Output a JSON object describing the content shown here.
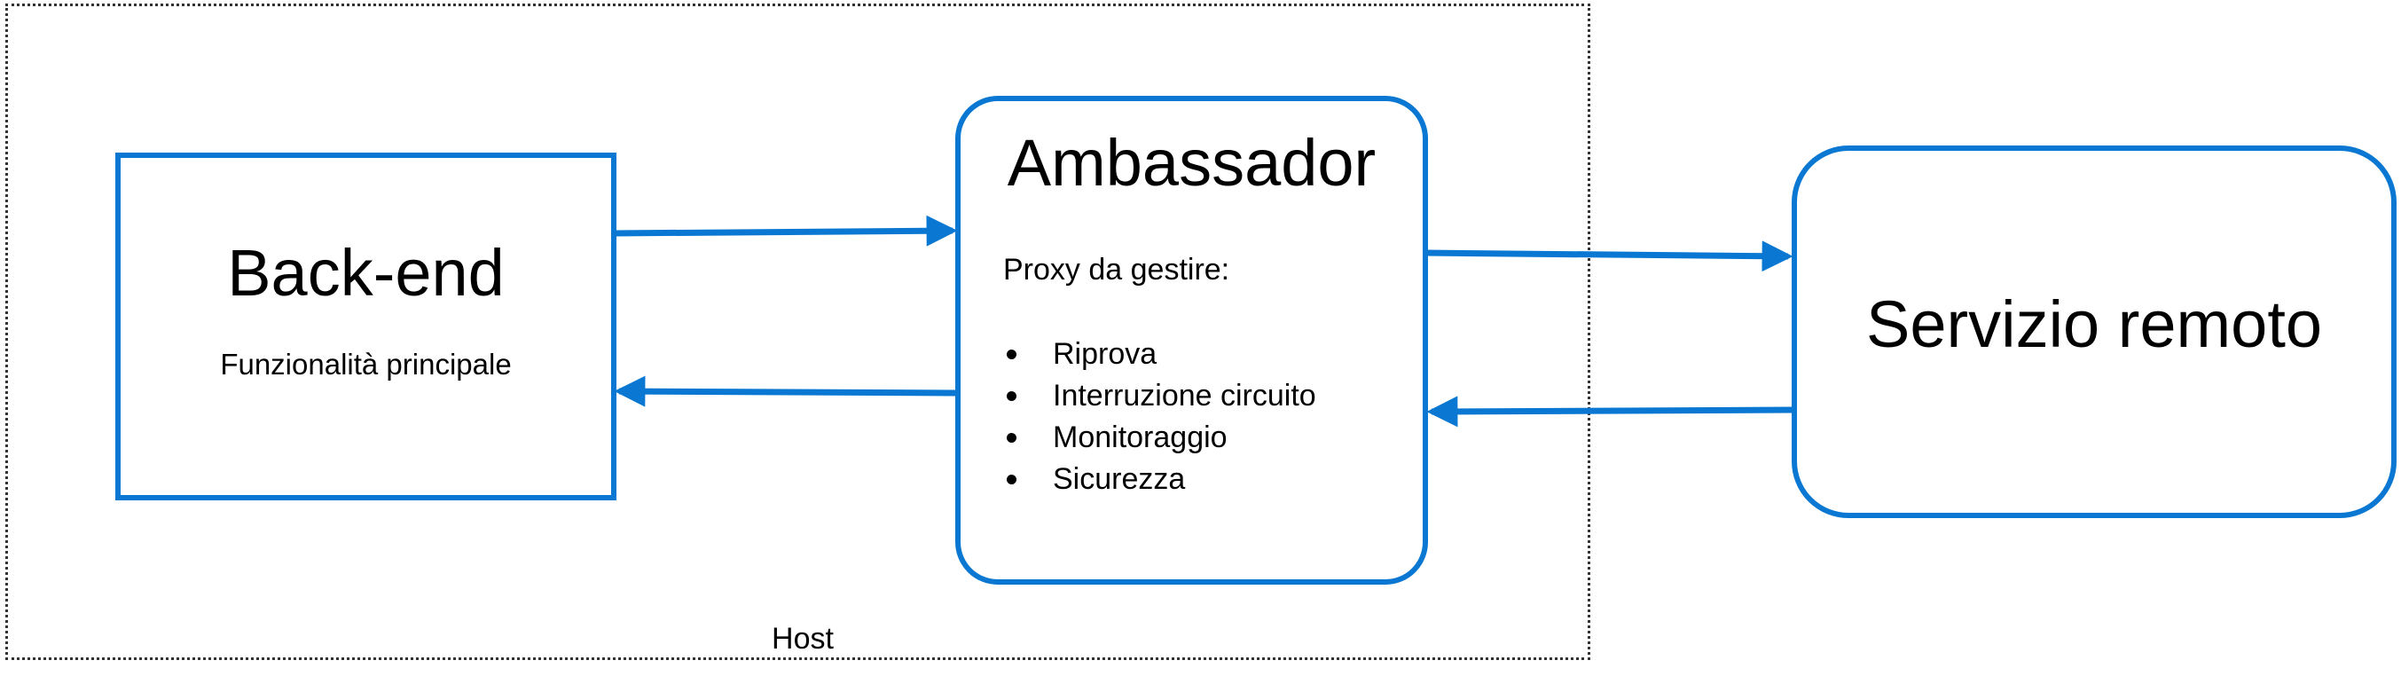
{
  "host": {
    "label": "Host"
  },
  "backend": {
    "title": "Back-end",
    "subtitle": "Funzionalità principale"
  },
  "ambassador": {
    "title": "Ambassador",
    "intro": "Proxy da gestire:",
    "items": [
      {
        "label": "Riprova"
      },
      {
        "label": "Interruzione circuito"
      },
      {
        "label": "Monitoraggio"
      },
      {
        "label": "Sicurezza"
      }
    ]
  },
  "remote": {
    "title": "Servizio remoto"
  },
  "colors": {
    "accent": "#0a78d2",
    "frame": "#333333"
  }
}
